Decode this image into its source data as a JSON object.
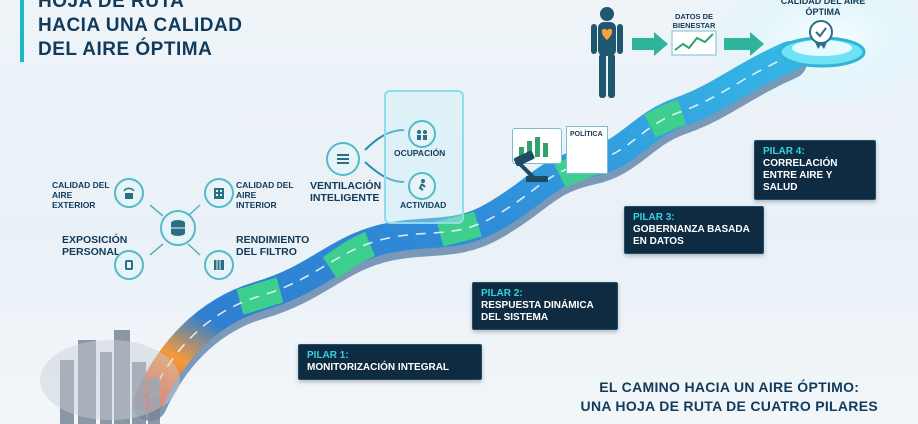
{
  "title_lines": [
    "HOJA DE RUTA",
    "HACIA UNA CALIDAD",
    "DEL AIRE ÓPTIMA"
  ],
  "monitoring": {
    "outdoor": "CALIDAD DEL AIRE EXTERIOR",
    "indoor": "CALIDAD DEL AIRE INTERIOR",
    "personal": "EXPOSICIÓN PERSONAL",
    "filter": "RENDIMIENTO DEL FILTRO"
  },
  "ventilation": {
    "label": "VENTILACIÓN INTELIGENTE",
    "occupancy": "OCUPACIÓN",
    "activity": "ACTIVIDAD"
  },
  "policy_label": "POLÍTICA",
  "wellbeing_label": "DATOS DE BIENESTAR",
  "goal_label": "CALIDAD DEL AIRE ÓPTIMA",
  "pillars": [
    {
      "key": "PILAR 1:",
      "text": "MONITORIZACIÓN INTEGRAL"
    },
    {
      "key": "PILAR 2:",
      "text": "RESPUESTA DINÁMICA DEL SISTEMA"
    },
    {
      "key": "PILAR 3:",
      "text": "GOBERNANZA BASADA EN DATOS"
    },
    {
      "key": "PILAR 4:",
      "text": "CORRELACIÓN ENTRE AIRE Y SALUD"
    }
  ],
  "caption_lines": [
    "EL CAMINO HACIA UN AIRE ÓPTIMO:",
    "UNA HOJA DE RUTA DE CUATRO PILARES"
  ],
  "colors": {
    "dark_navy": "#123a5a",
    "teal": "#1fb6c8",
    "road_blue": "#2f7fd0",
    "road_green": "#3ecf8e",
    "pillar_bg": "#0f2b42"
  },
  "icons": [
    "router-icon",
    "building-icon",
    "database-icon",
    "watch-icon",
    "filter-icon",
    "vent-icon",
    "people-icon",
    "runner-icon",
    "gavel-icon",
    "document-icon",
    "human-figure-icon",
    "heart-icon",
    "medal-icon"
  ]
}
